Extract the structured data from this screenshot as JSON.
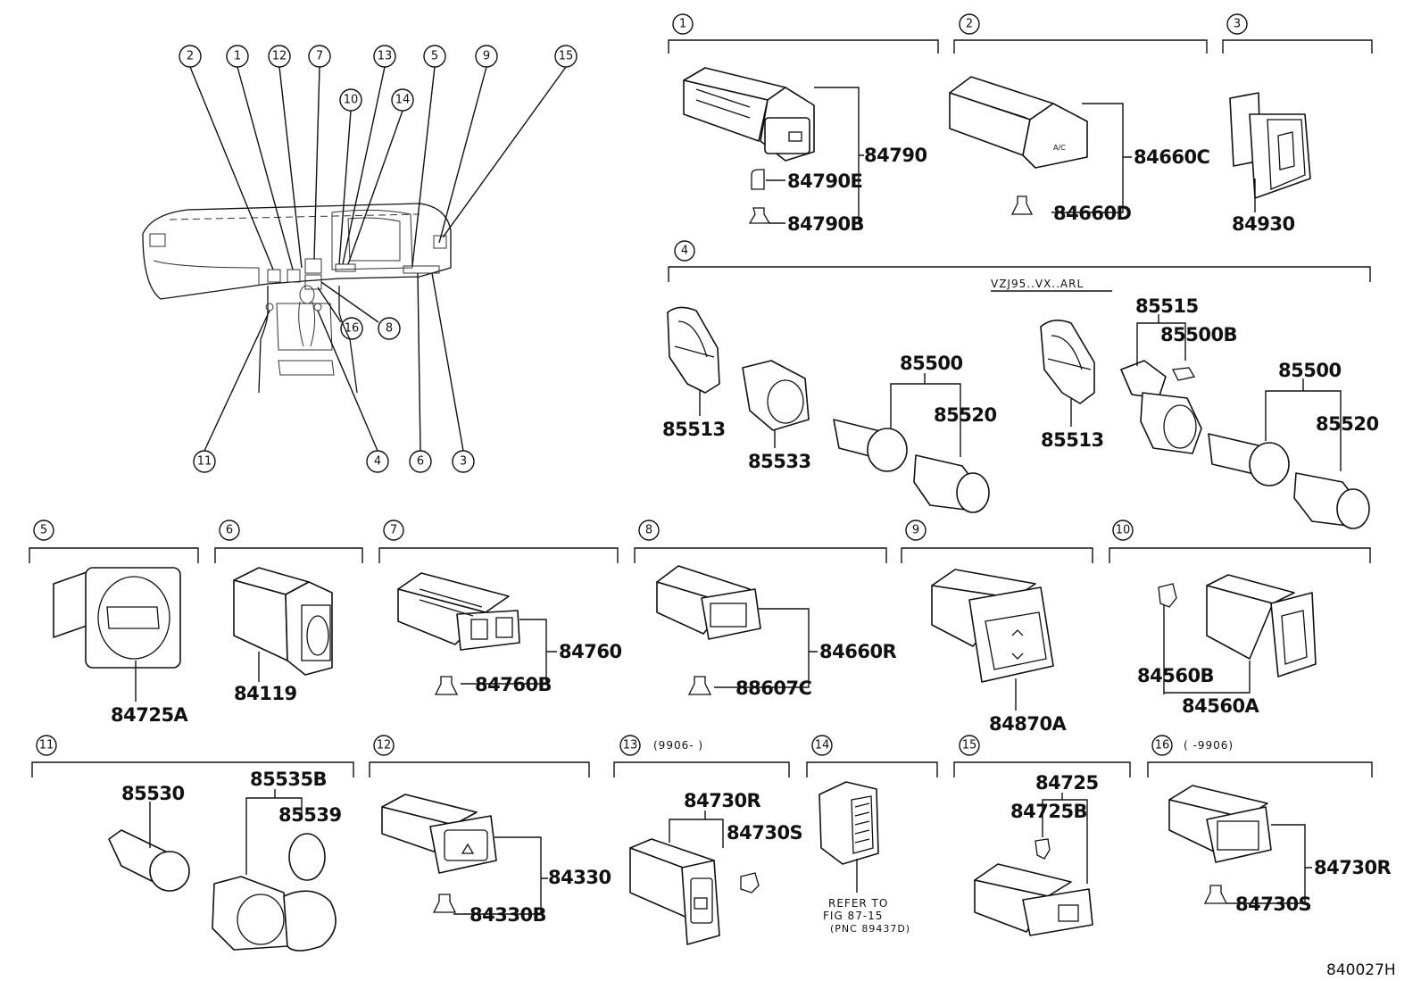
{
  "figure_code": "840027H",
  "overview_callouts": [
    "1",
    "2",
    "3",
    "4",
    "5",
    "6",
    "7",
    "8",
    "9",
    "10",
    "11",
    "12",
    "13",
    "14",
    "15",
    "16"
  ],
  "sections": [
    {
      "num": "1",
      "parts": [
        "84790",
        "84790E",
        "84790B"
      ]
    },
    {
      "num": "2",
      "parts": [
        "84660C",
        "84660D"
      ]
    },
    {
      "num": "3",
      "parts": [
        "84930"
      ]
    },
    {
      "num": "4",
      "note": "VZJ95..VX..ARL",
      "parts": [
        "85513",
        "85533",
        "85500",
        "85520",
        "85513",
        "85515",
        "85500B",
        "85500",
        "85520"
      ]
    },
    {
      "num": "5",
      "parts": [
        "84725A"
      ]
    },
    {
      "num": "6",
      "parts": [
        "84119"
      ]
    },
    {
      "num": "7",
      "parts": [
        "84760",
        "84760B"
      ]
    },
    {
      "num": "8",
      "parts": [
        "84660R",
        "88607C"
      ]
    },
    {
      "num": "9",
      "parts": [
        "84870A"
      ]
    },
    {
      "num": "10",
      "parts": [
        "84560B",
        "84560A"
      ]
    },
    {
      "num": "11",
      "parts": [
        "85530",
        "85535B",
        "85539"
      ]
    },
    {
      "num": "12",
      "parts": [
        "84330",
        "84330B"
      ]
    },
    {
      "num": "13",
      "note": "(9906-      )",
      "parts": [
        "84730R",
        "84730S"
      ]
    },
    {
      "num": "14",
      "refer": [
        "REFER TO",
        "FIG 87-15",
        "(PNC 89437D)"
      ]
    },
    {
      "num": "15",
      "parts": [
        "84725",
        "84725B"
      ]
    },
    {
      "num": "16",
      "note": "(      -9906)",
      "parts": [
        "84730R",
        "84730S"
      ]
    }
  ]
}
